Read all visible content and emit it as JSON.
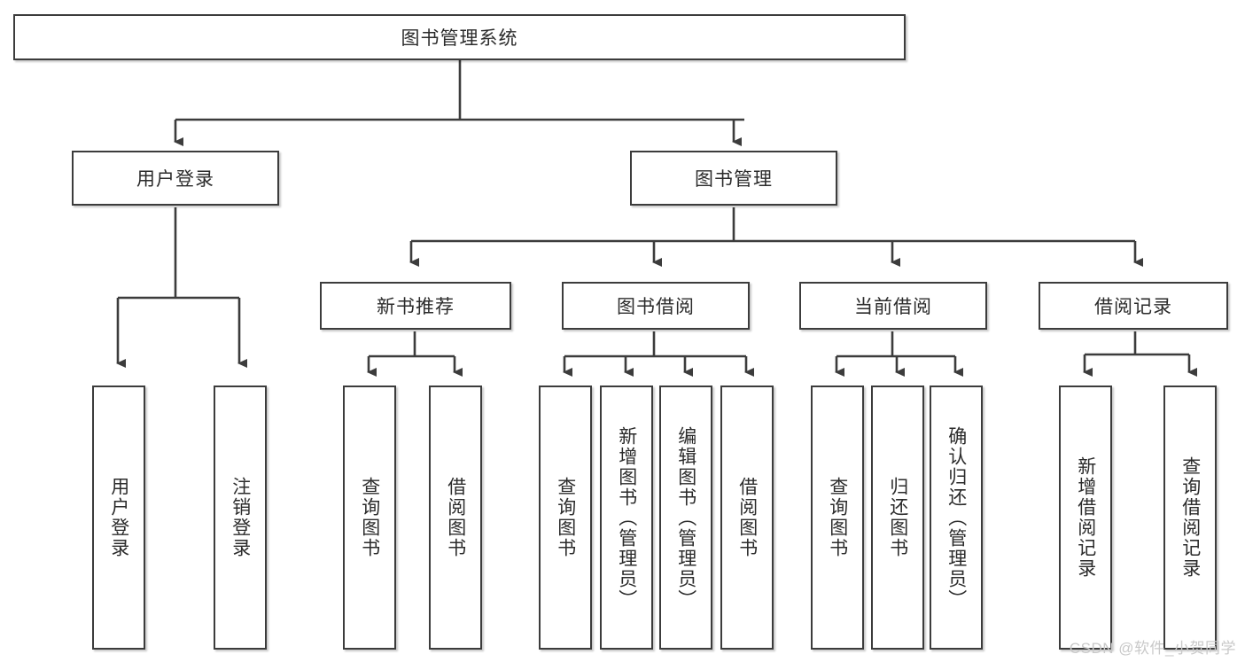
{
  "diagram": {
    "type": "tree-flowchart",
    "title": "图书管理系统",
    "root": {
      "label": "图书管理系统"
    },
    "level2": [
      {
        "label": "用户登录"
      },
      {
        "label": "图书管理"
      }
    ],
    "level3": [
      {
        "label": "新书推荐"
      },
      {
        "label": "图书借阅"
      },
      {
        "label": "当前借阅"
      },
      {
        "label": "借阅记录"
      }
    ],
    "leaves": {
      "user_login": [
        {
          "label": "用户登录"
        },
        {
          "label": "注销登录"
        }
      ],
      "new_book_recommend": [
        {
          "label": "查询图书"
        },
        {
          "label": "借阅图书"
        }
      ],
      "book_borrow": [
        {
          "label": "查询图书"
        },
        {
          "label": "新增图书（管理员）"
        },
        {
          "label": "编辑图书（管理员）"
        },
        {
          "label": "借阅图书"
        }
      ],
      "current_borrow": [
        {
          "label": "查询图书"
        },
        {
          "label": "归还图书"
        },
        {
          "label": "确认归还（管理员）"
        }
      ],
      "borrow_record": [
        {
          "label": "新增借阅记录"
        },
        {
          "label": "查询借阅记录"
        }
      ]
    },
    "watermark": "CSDN @软件_小贺同学",
    "colors": {
      "border": "#3c3c3c",
      "fill": "#ffffff",
      "text": "#2b2b2b",
      "watermark": "#c9c9c9"
    }
  }
}
